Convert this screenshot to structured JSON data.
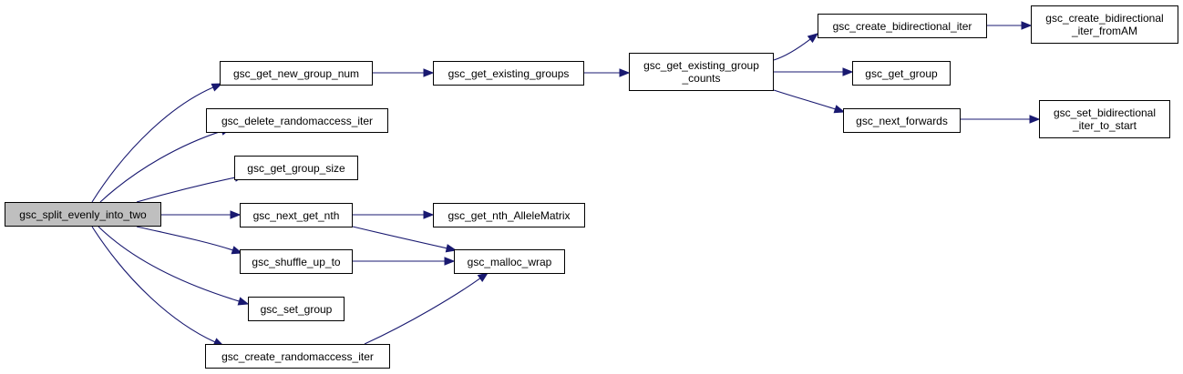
{
  "graph": {
    "edge_color": "#191970",
    "root_fill": "#bfbfbf",
    "nodes": [
      {
        "id": "split",
        "label": "gsc_split_evenly_into_two",
        "root": true
      },
      {
        "id": "getnew",
        "label": "gsc_get_new_group_num"
      },
      {
        "id": "delrand",
        "label": "gsc_delete_randomaccess_iter"
      },
      {
        "id": "grpsize",
        "label": "gsc_get_group_size"
      },
      {
        "id": "nextnth",
        "label": "gsc_next_get_nth"
      },
      {
        "id": "shuffle",
        "label": "gsc_shuffle_up_to"
      },
      {
        "id": "setgrp",
        "label": "gsc_set_group"
      },
      {
        "id": "createrand",
        "label": "gsc_create_randomaccess_iter"
      },
      {
        "id": "existgrps",
        "label": "gsc_get_existing_groups"
      },
      {
        "id": "nthallele",
        "label": "gsc_get_nth_AlleleMatrix"
      },
      {
        "id": "malloc",
        "label": "gsc_malloc_wrap"
      },
      {
        "id": "existcounts",
        "label": "gsc_get_existing_group\n_counts"
      },
      {
        "id": "createbidi",
        "label": "gsc_create_bidirectional_iter"
      },
      {
        "id": "getgroup",
        "label": "gsc_get_group"
      },
      {
        "id": "nextfwd",
        "label": "gsc_next_forwards"
      },
      {
        "id": "createbidiam",
        "label": "gsc_create_bidirectional\n_iter_fromAM"
      },
      {
        "id": "setbidistart",
        "label": "gsc_set_bidirectional\n_iter_to_start"
      }
    ],
    "edges": [
      [
        "split",
        "getnew"
      ],
      [
        "split",
        "delrand"
      ],
      [
        "split",
        "grpsize"
      ],
      [
        "split",
        "nextnth"
      ],
      [
        "split",
        "shuffle"
      ],
      [
        "split",
        "setgrp"
      ],
      [
        "split",
        "createrand"
      ],
      [
        "getnew",
        "existgrps"
      ],
      [
        "existgrps",
        "existcounts"
      ],
      [
        "existcounts",
        "createbidi"
      ],
      [
        "existcounts",
        "getgroup"
      ],
      [
        "existcounts",
        "nextfwd"
      ],
      [
        "createbidi",
        "createbidiam"
      ],
      [
        "nextfwd",
        "setbidistart"
      ],
      [
        "nextnth",
        "nthallele"
      ],
      [
        "nextnth",
        "malloc"
      ],
      [
        "shuffle",
        "malloc"
      ],
      [
        "createrand",
        "malloc"
      ]
    ]
  }
}
